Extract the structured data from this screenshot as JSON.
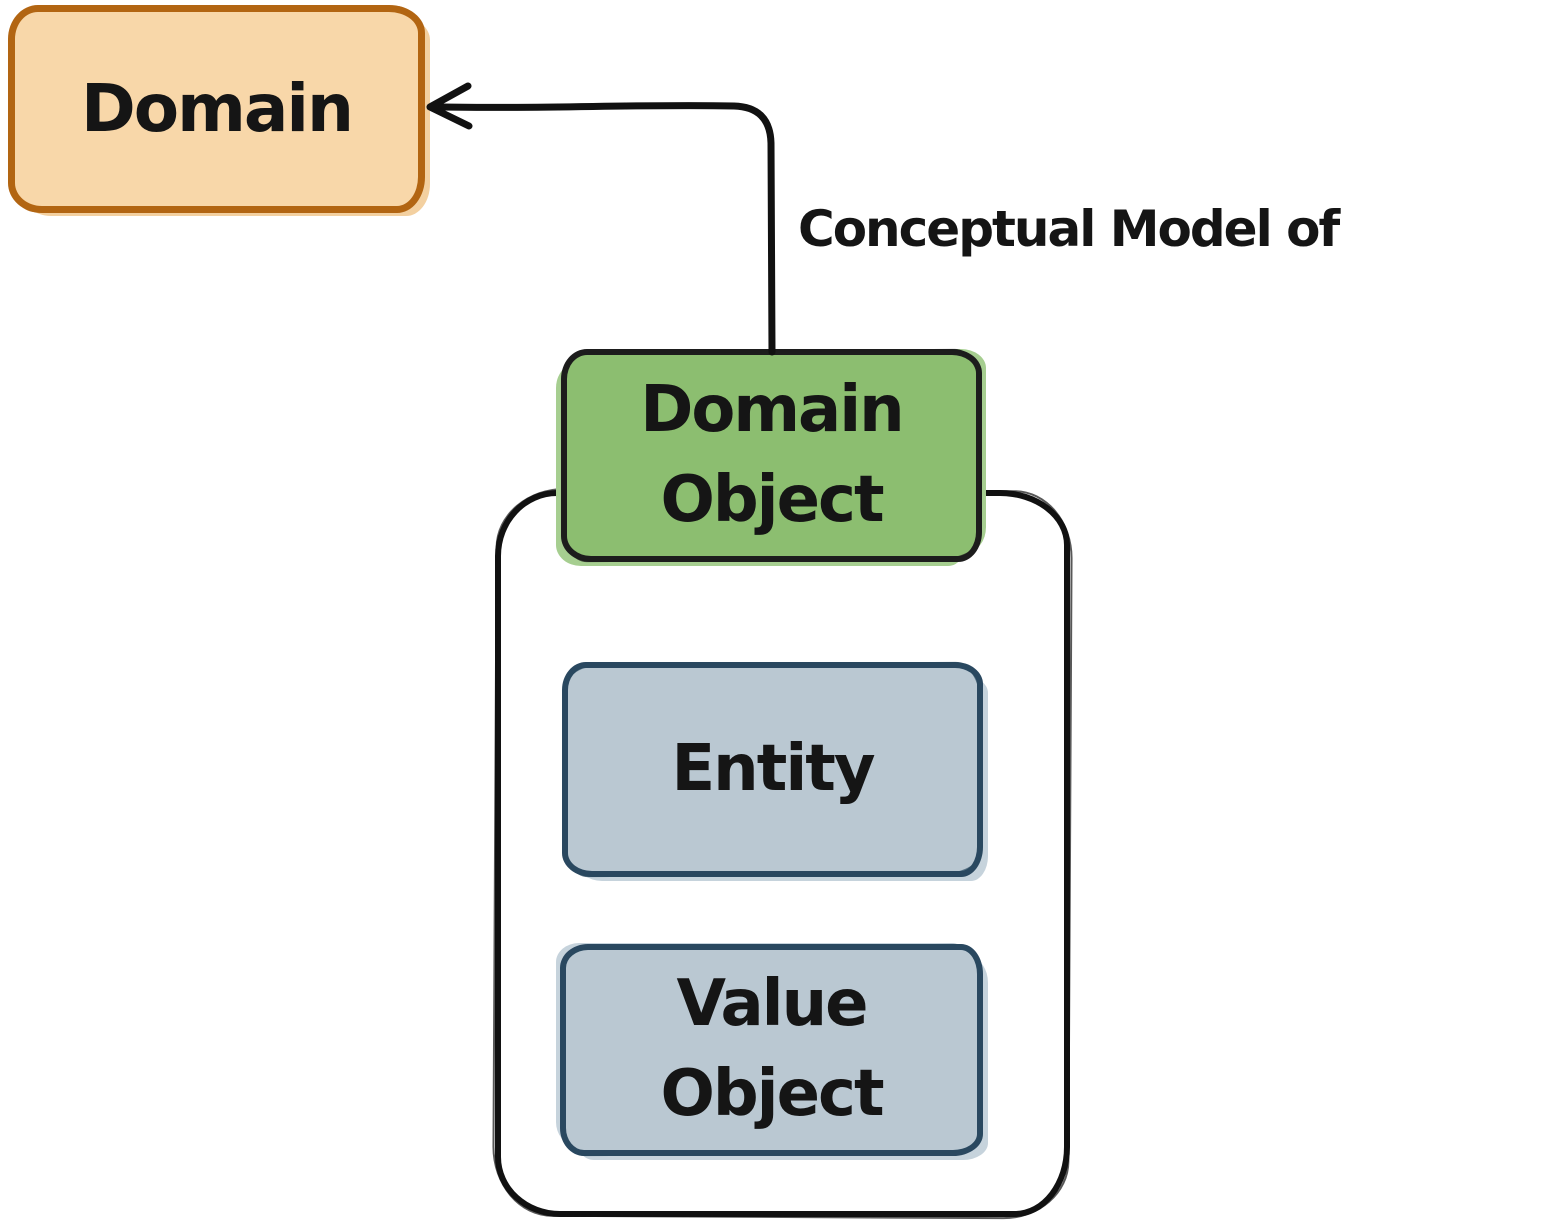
{
  "diagram": {
    "style": "hand-drawn-sketch",
    "background": "#ffffff",
    "nodes": {
      "domain": {
        "label": "Domain",
        "fill": "#f8d7a9",
        "stroke": "#b26512"
      },
      "domain_object": {
        "label": "Domain Object",
        "fill": "#8cbe70",
        "stroke": "#1d1d1d"
      },
      "aggregate_container": {
        "label": "",
        "fill": "#ffffff",
        "stroke": "#111111",
        "contains": [
          "entity",
          "value_object"
        ]
      },
      "entity": {
        "label": "Entity",
        "fill": "#bac8d2",
        "stroke": "#2a4860"
      },
      "value_object": {
        "label": "Value Object",
        "fill": "#bac8d2",
        "stroke": "#2a4860"
      }
    },
    "edges": [
      {
        "from": "domain_object",
        "to": "domain",
        "label": "Conceptual Model of",
        "shape": "elbow-arrow",
        "color": "#111111"
      }
    ]
  }
}
